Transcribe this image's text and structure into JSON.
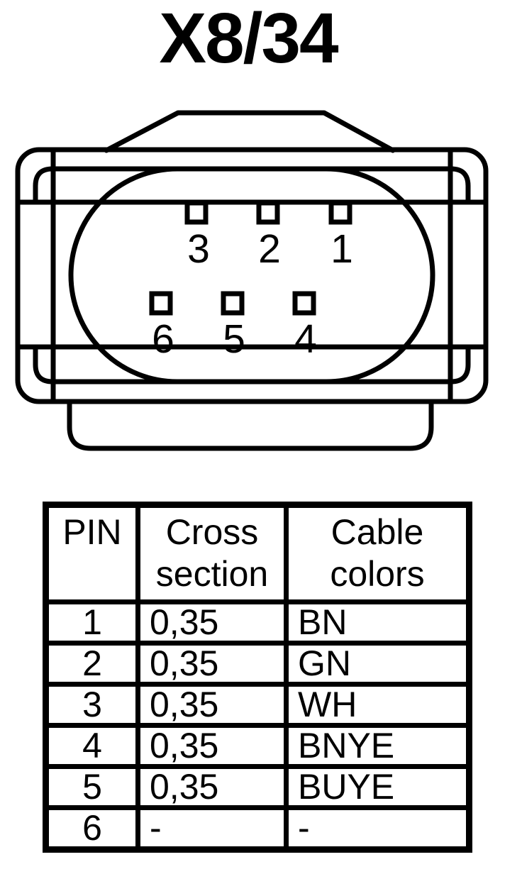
{
  "title": "X8/34",
  "connector": {
    "pin_labels": {
      "top": [
        "3",
        "2",
        "1"
      ],
      "bottom": [
        "6",
        "5",
        "4"
      ]
    }
  },
  "table": {
    "headers": {
      "pin": "PIN",
      "cross_section": "Cross section",
      "cable_colors": "Cable colors"
    },
    "rows": [
      {
        "pin": "1",
        "cross_section": "0,35",
        "cable_color": "BN"
      },
      {
        "pin": "2",
        "cross_section": "0,35",
        "cable_color": "GN"
      },
      {
        "pin": "3",
        "cross_section": "0,35",
        "cable_color": "WH"
      },
      {
        "pin": "4",
        "cross_section": "0,35",
        "cable_color": "BNYE"
      },
      {
        "pin": "5",
        "cross_section": "0,35",
        "cable_color": "BUYE"
      },
      {
        "pin": "6",
        "cross_section": "-",
        "cable_color": "-"
      }
    ]
  },
  "colors": {
    "line": "#000000",
    "background": "#ffffff"
  }
}
